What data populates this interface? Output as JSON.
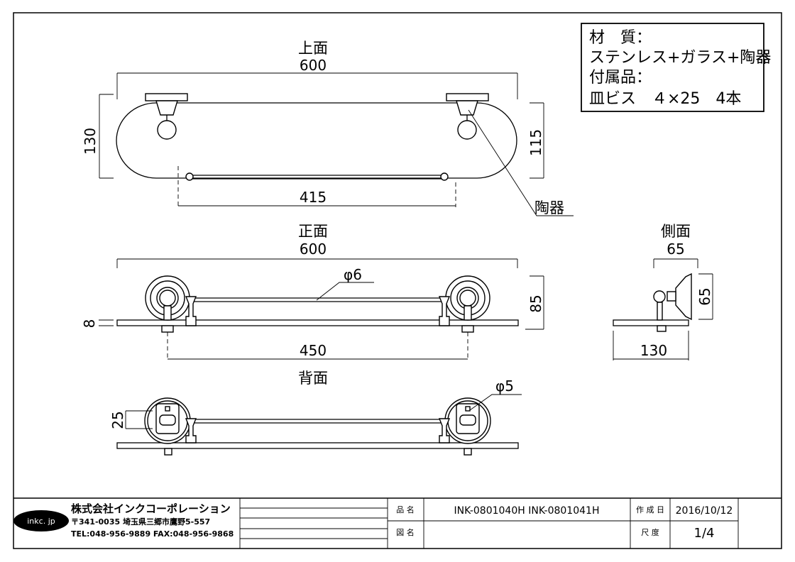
{
  "views": {
    "top": {
      "title": "上面",
      "dim_width": "600",
      "dim_depth": "130",
      "dim_glass_depth": "115",
      "dim_rail": "415",
      "callout": "陶器"
    },
    "front": {
      "title": "正面",
      "dim_width": "600",
      "dim_height": "85",
      "dim_glass": "8",
      "dim_mount": "450",
      "rod_dia": "φ6"
    },
    "side": {
      "title": "側面",
      "dim_top": "65",
      "dim_height": "65",
      "dim_bottom": "130"
    },
    "back": {
      "title": "背面",
      "dim_hole": "25",
      "screw_dia": "φ5"
    }
  },
  "materials": {
    "material_label": "材　質：",
    "material_value": "ステンレス+ガラス+陶器",
    "accessory_label": "付属品：",
    "accessory_value": "皿ビス　４×25　4本"
  },
  "title_block": {
    "logo": "inkc. jp",
    "company": "株式会社インクコーポレーション",
    "address": "〒341-0035 埼玉県三郷市鷹野5-557",
    "contact": "TEL:048-956-9889  FAX:048-956-9868",
    "product_label": "品 名",
    "product_value": "INK-0801040H  INK-0801041H",
    "drawing_label": "図 名",
    "drawing_value": "",
    "date_label": "作 成 日",
    "date_value": "2016/10/12",
    "scale_label": "尺 度",
    "scale_value": "1/4"
  }
}
